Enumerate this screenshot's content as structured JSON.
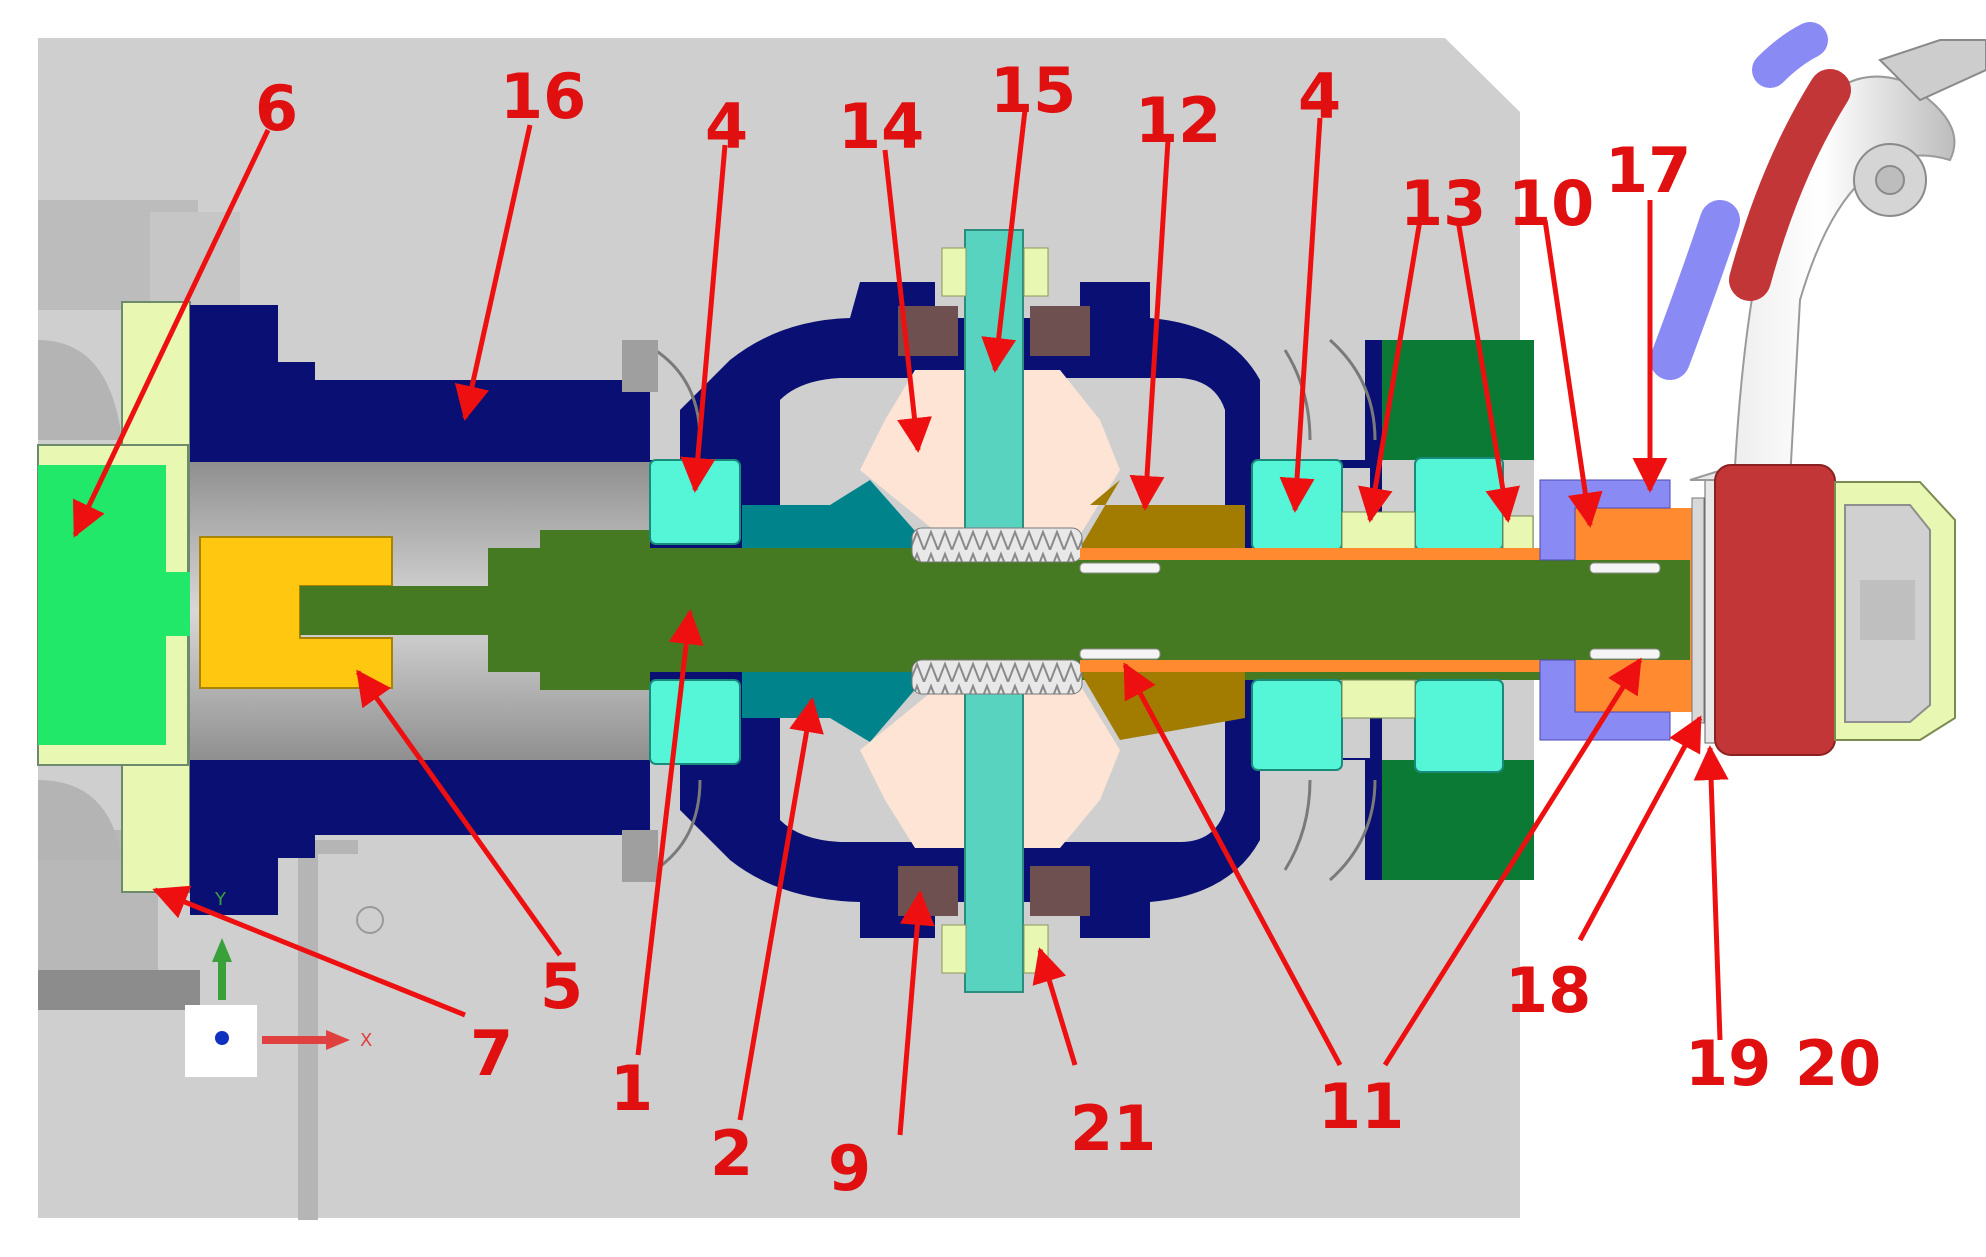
{
  "colors": {
    "background": "#ffffff",
    "housing": "#cfcfcf",
    "housing_dark": "#a9a9a9",
    "housing_edge": "#8e8e8e",
    "cover": "#0a1073",
    "shaft": "#467a22",
    "bearing": "#55f5d8",
    "spacer": "#e8f7b2",
    "coupling": "#ffc70f",
    "motor": "#22e86a",
    "bevel_gear_side": "#00838a",
    "planet_gear": "#fde4d4",
    "planet_pin": "#58d3c0",
    "seal": "#6e5050",
    "hub": "#a17c00",
    "sleeve": "#ff8a30",
    "ring": "#8a8af5",
    "arm": "#c33638",
    "dark_green_block": "#0a7a35",
    "knurl": "#e2e2e2",
    "callout_text": "#e01010",
    "arrow": "#ee1010",
    "axis_x": "#e04040",
    "axis_y": "#3aa03a",
    "axis_origin": "#1030c0"
  },
  "axes": {
    "x_label": "X",
    "y_label": "Y"
  },
  "callouts": [
    {
      "id": "label-1",
      "text": "1"
    },
    {
      "id": "label-2",
      "text": "2"
    },
    {
      "id": "label-4a",
      "text": "4"
    },
    {
      "id": "label-4b",
      "text": "4"
    },
    {
      "id": "label-5",
      "text": "5"
    },
    {
      "id": "label-6",
      "text": "6"
    },
    {
      "id": "label-7",
      "text": "7"
    },
    {
      "id": "label-9",
      "text": "9"
    },
    {
      "id": "label-10",
      "text": "10"
    },
    {
      "id": "label-11",
      "text": "11"
    },
    {
      "id": "label-12",
      "text": "12"
    },
    {
      "id": "label-13",
      "text": "13"
    },
    {
      "id": "label-14",
      "text": "14"
    },
    {
      "id": "label-15",
      "text": "15"
    },
    {
      "id": "label-16",
      "text": "16"
    },
    {
      "id": "label-17",
      "text": "17"
    },
    {
      "id": "label-18",
      "text": "18"
    },
    {
      "id": "label-19",
      "text": "19"
    },
    {
      "id": "label-20",
      "text": "20"
    },
    {
      "id": "label-21",
      "text": "21"
    }
  ]
}
